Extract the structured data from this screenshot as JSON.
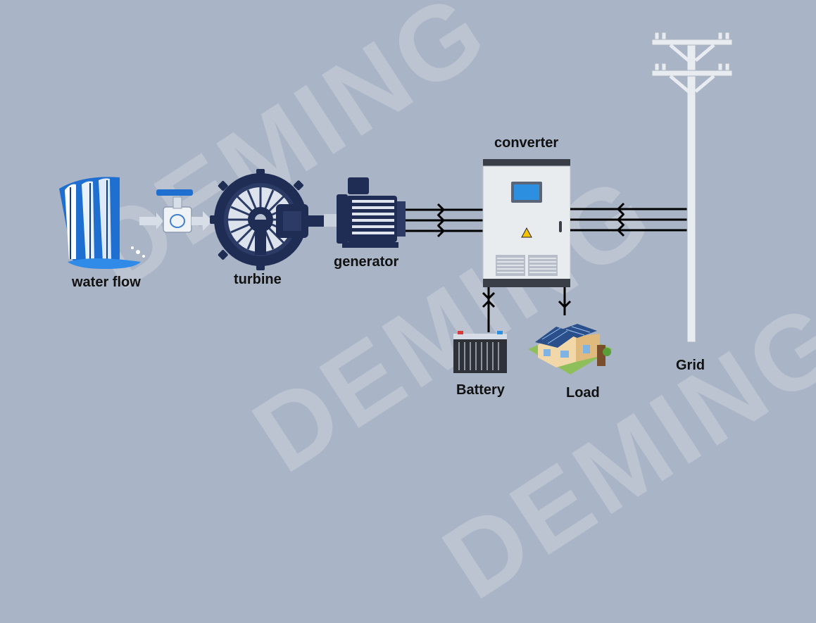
{
  "watermark": "DEMING",
  "labels": {
    "water_flow": "water flow",
    "turbine": "turbine",
    "generator": "generator",
    "converter": "converter",
    "battery": "Battery",
    "load": "Load",
    "grid": "Grid"
  },
  "colors": {
    "background": "#a9b4c6",
    "navy": "#1f2d55",
    "water_blue": "#1f6fd1",
    "cabinet": "#e9ecef",
    "wire": "#000000"
  }
}
